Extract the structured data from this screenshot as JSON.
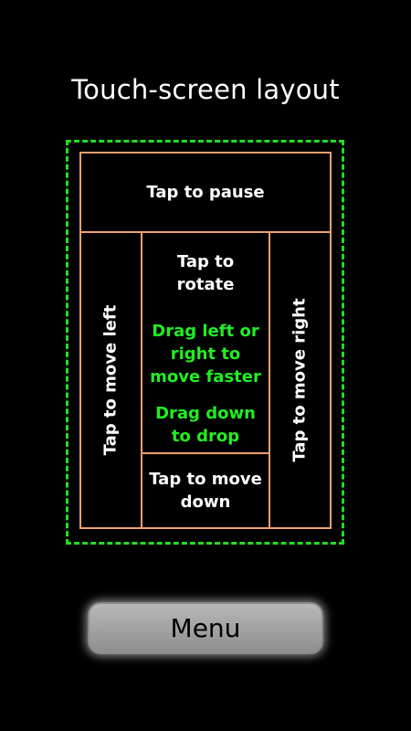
{
  "screen": {
    "title": "Touch-screen layout"
  },
  "zones": {
    "pause": "Tap to pause",
    "move_left": "Tap to move left",
    "move_right": "Tap to move right",
    "rotate_line1": "Tap to",
    "rotate_line2": "rotate",
    "drag_side_line1": "Drag left or",
    "drag_side_line2": "right to",
    "drag_side_line3": "move faster",
    "drag_down_line1": "Drag down",
    "drag_down_line2": "to drop",
    "move_down_line1": "Tap to move",
    "move_down_line2": "down"
  },
  "colors": {
    "background": "#000000",
    "zone_border": "#f0a070",
    "dashed_frame": "#22dd22",
    "gesture_text": "#22ee22",
    "tap_text": "#ffffff"
  },
  "menu": {
    "label": "Menu"
  }
}
